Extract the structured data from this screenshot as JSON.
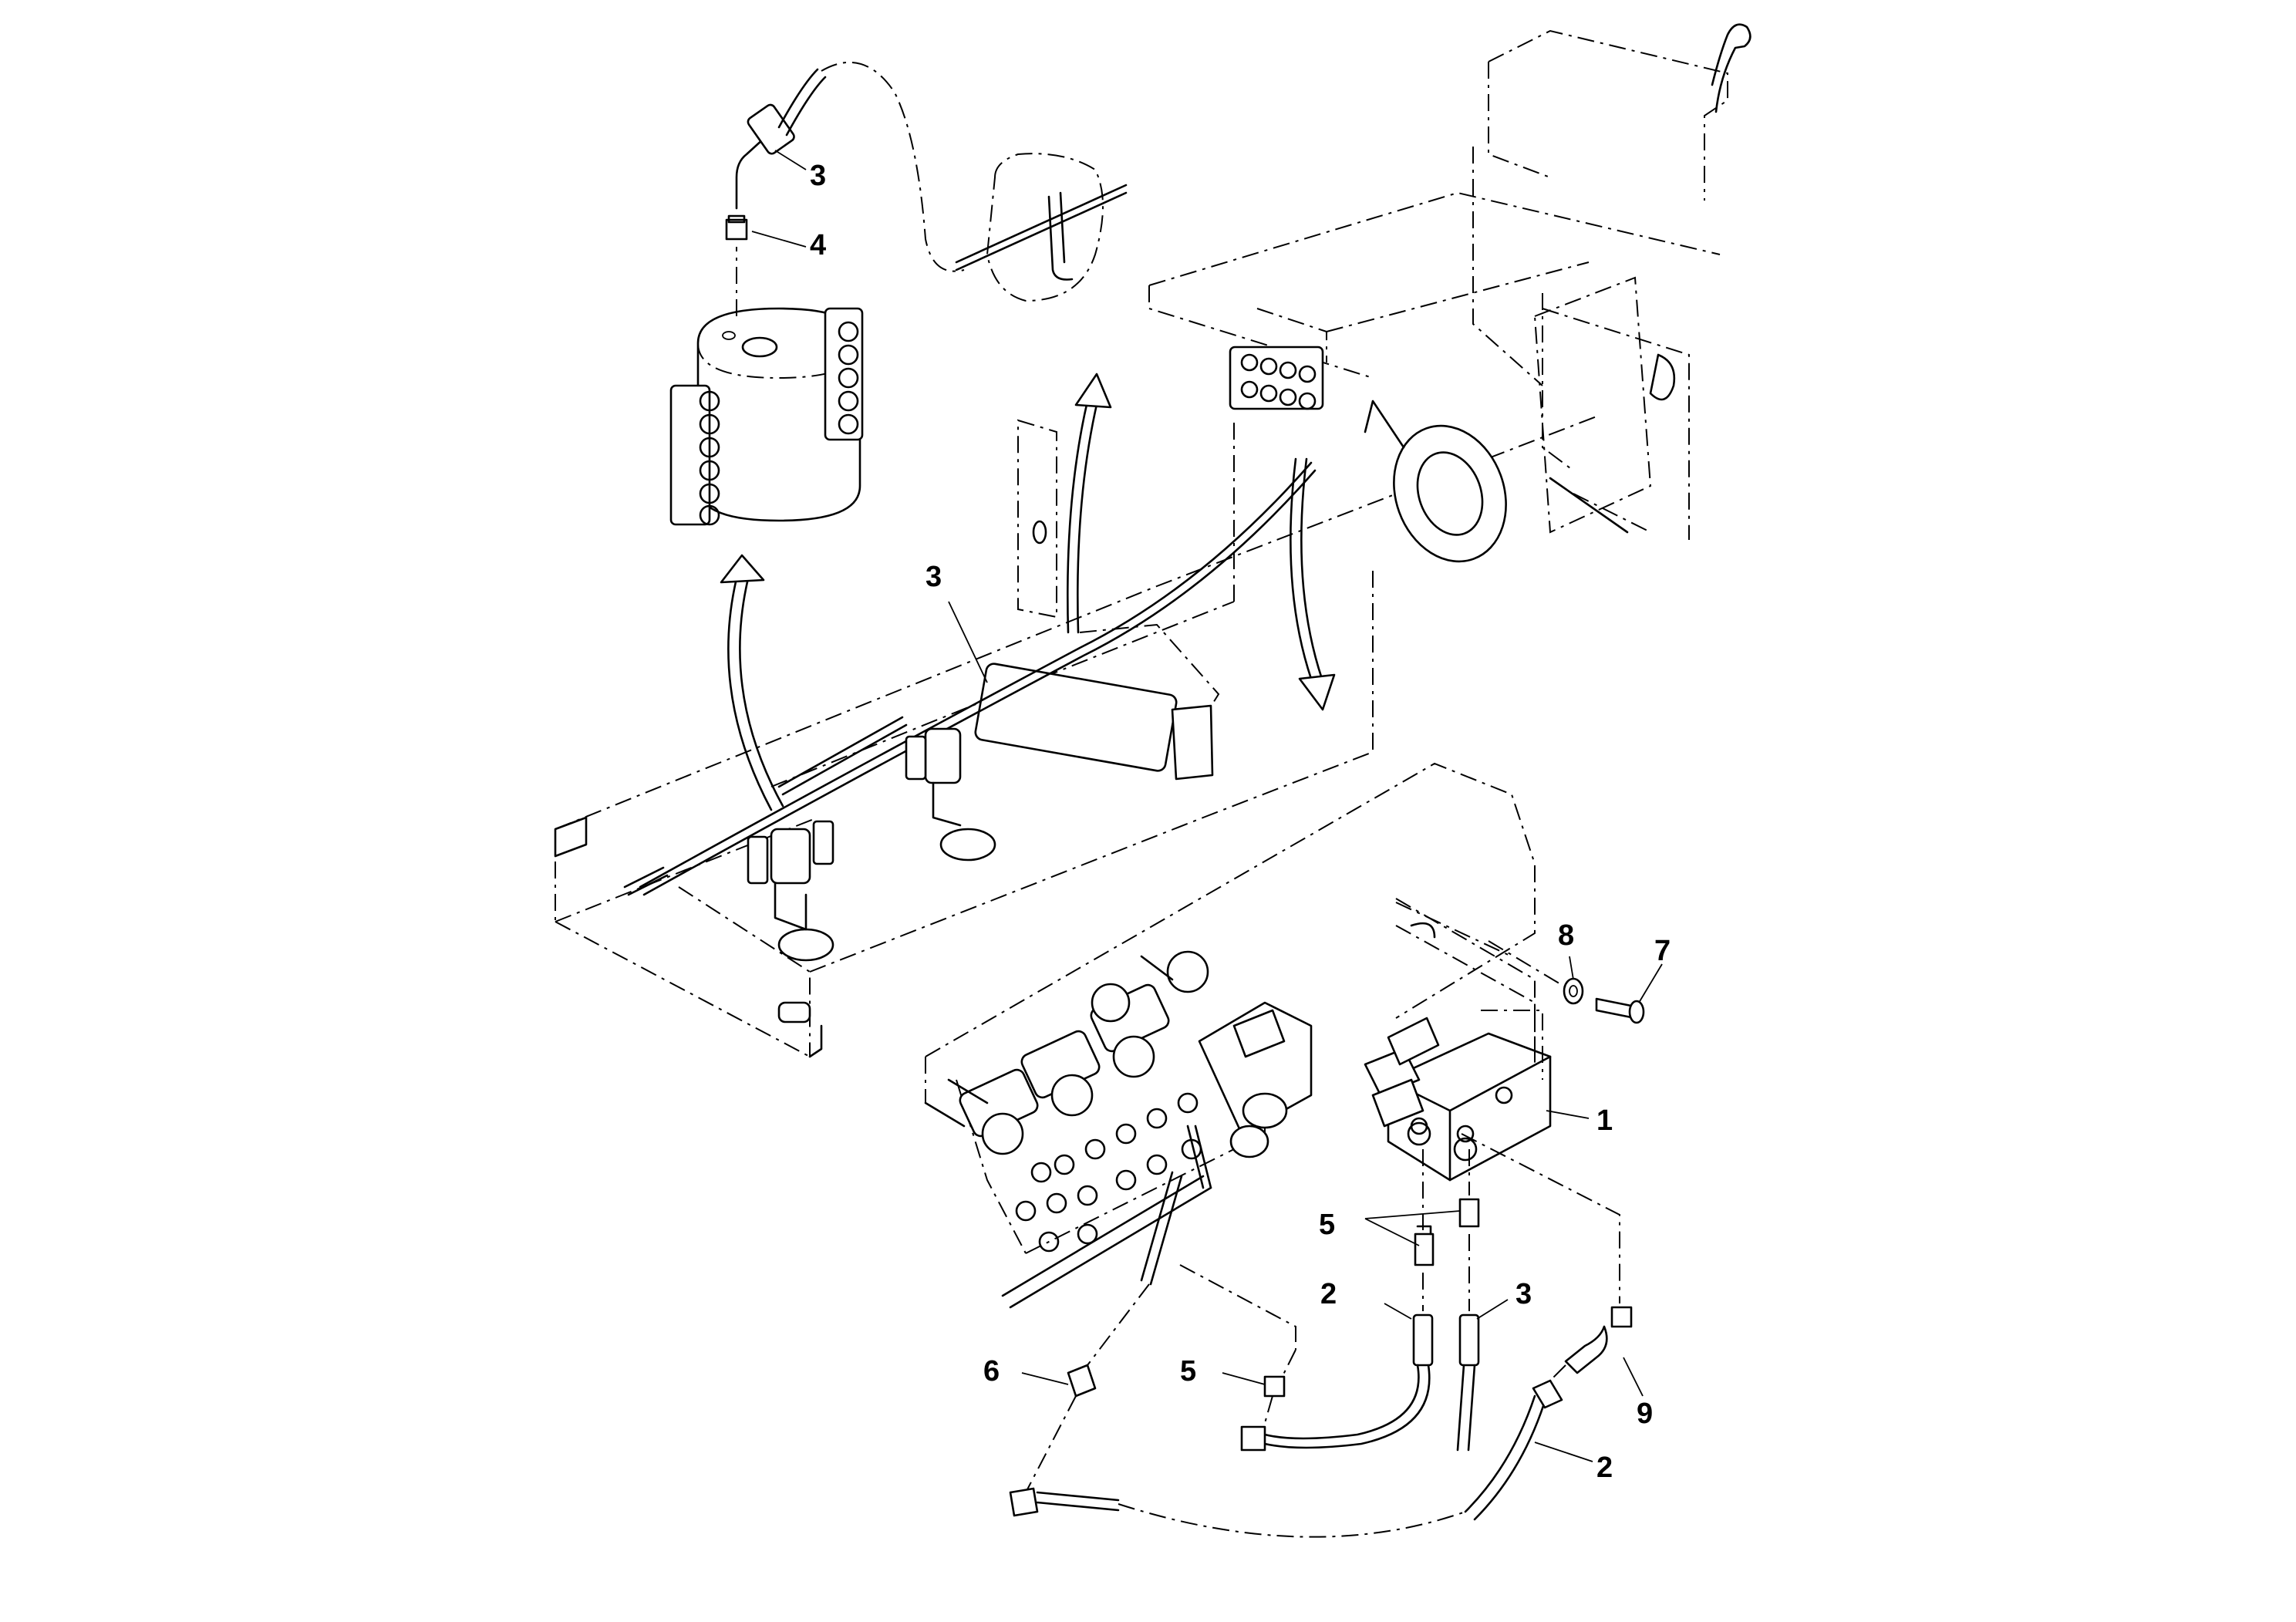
{
  "callouts": {
    "c1": "1",
    "c2a": "2",
    "c2b": "2",
    "c3a": "3",
    "c3b": "3",
    "c3c": "3",
    "c4": "4",
    "c5a": "5",
    "c5b": "5",
    "c6": "6",
    "c7": "7",
    "c8": "8",
    "c9": "9"
  }
}
